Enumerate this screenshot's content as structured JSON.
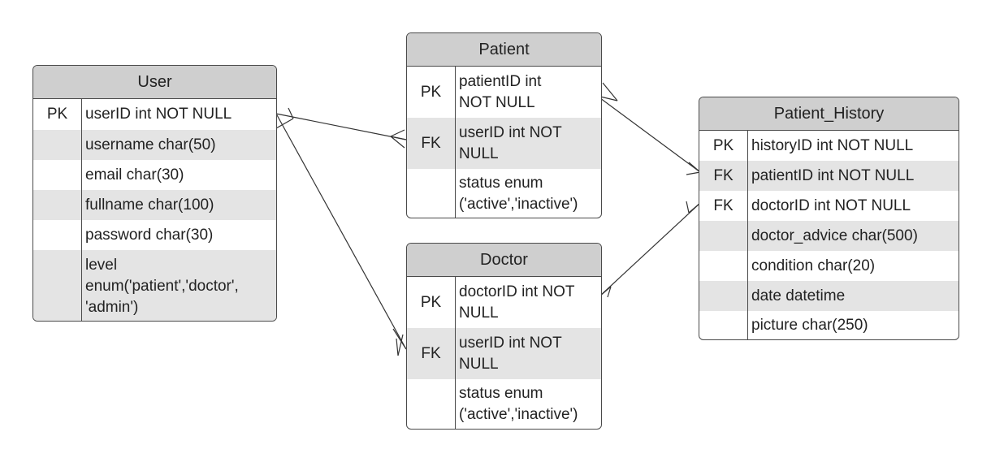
{
  "entities": {
    "user": {
      "title": "User",
      "rows": [
        {
          "key": "PK",
          "field": "userID int NOT NULL"
        },
        {
          "key": "",
          "field": "username char(50)"
        },
        {
          "key": "",
          "field": "email char(30)"
        },
        {
          "key": "",
          "field": "fullname char(100)"
        },
        {
          "key": "",
          "field": "password char(30)"
        },
        {
          "key": "",
          "field": "level\nenum('patient','doctor',\n'admin')"
        }
      ]
    },
    "patient": {
      "title": "Patient",
      "rows": [
        {
          "key": "PK",
          "field": "patientID int\nNOT NULL"
        },
        {
          "key": "FK",
          "field": "userID int NOT\nNULL"
        },
        {
          "key": "",
          "field": "status enum\n('active','inactive')"
        }
      ]
    },
    "doctor": {
      "title": "Doctor",
      "rows": [
        {
          "key": "PK",
          "field": "doctorID int NOT\nNULL"
        },
        {
          "key": "FK",
          "field": "userID int NOT\nNULL"
        },
        {
          "key": "",
          "field": "status enum\n('active','inactive')"
        }
      ]
    },
    "patient_history": {
      "title": "Patient_History",
      "rows": [
        {
          "key": "PK",
          "field": "historyID int NOT NULL"
        },
        {
          "key": "FK",
          "field": "patientID int NOT NULL"
        },
        {
          "key": "FK",
          "field": "doctorID int NOT NULL"
        },
        {
          "key": "",
          "field": "doctor_advice char(500)"
        },
        {
          "key": "",
          "field": "condition char(20)"
        },
        {
          "key": "",
          "field": "date datetime"
        },
        {
          "key": "",
          "field": "picture char(250)"
        }
      ]
    }
  }
}
